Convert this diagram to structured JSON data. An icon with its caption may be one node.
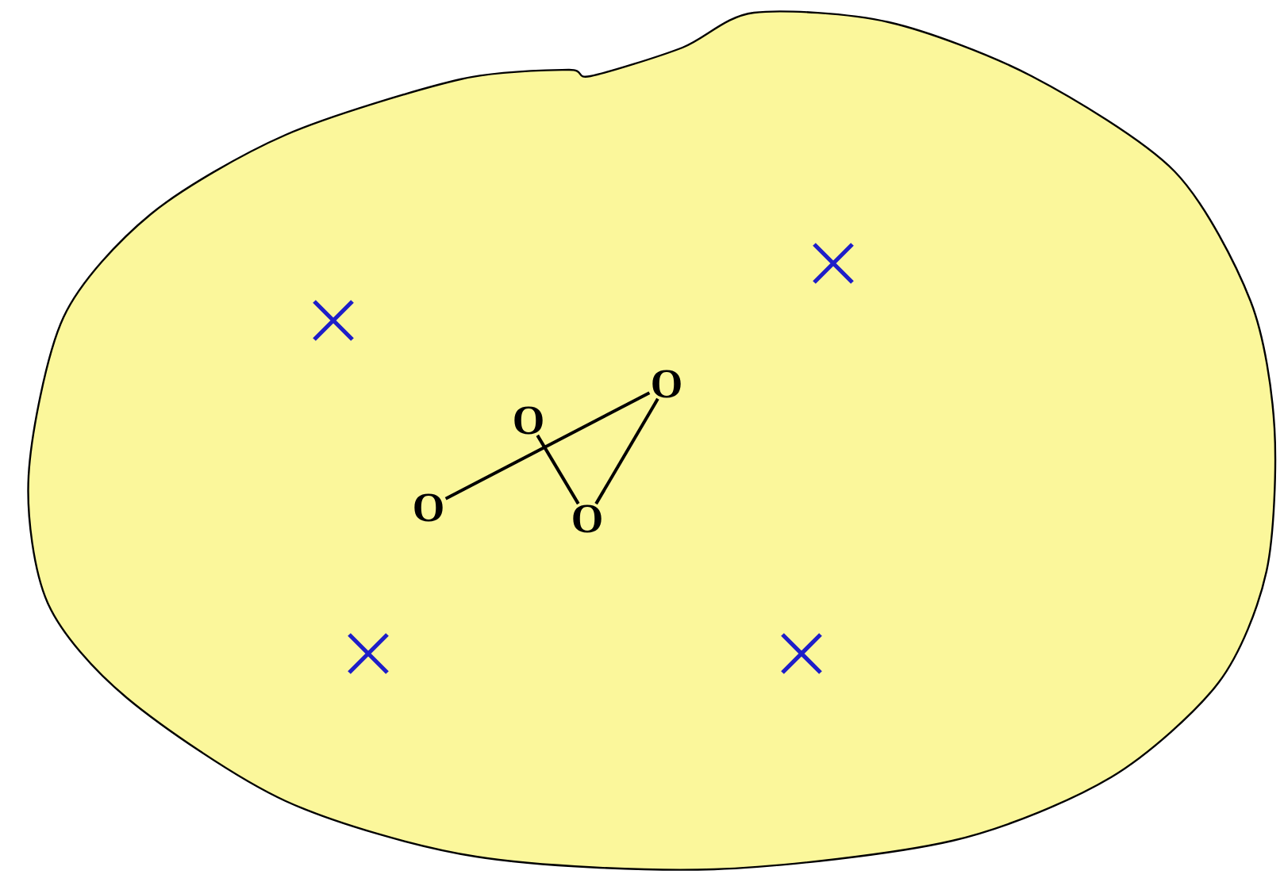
{
  "diagram": {
    "nodes": [
      {
        "text": [
          "O"
        ]
      },
      {
        "text": [
          "O"
        ]
      },
      {
        "text": [
          "O"
        ]
      },
      {
        "text": [
          "O"
        ]
      }
    ],
    "edges": [
      {
        "from": 0,
        "to": 3,
        "arrow": "none"
      },
      {
        "from": 1,
        "to": 2,
        "arrow": "none"
      },
      {
        "from": 2,
        "to": 3,
        "arrow": "none"
      }
    ]
  }
}
